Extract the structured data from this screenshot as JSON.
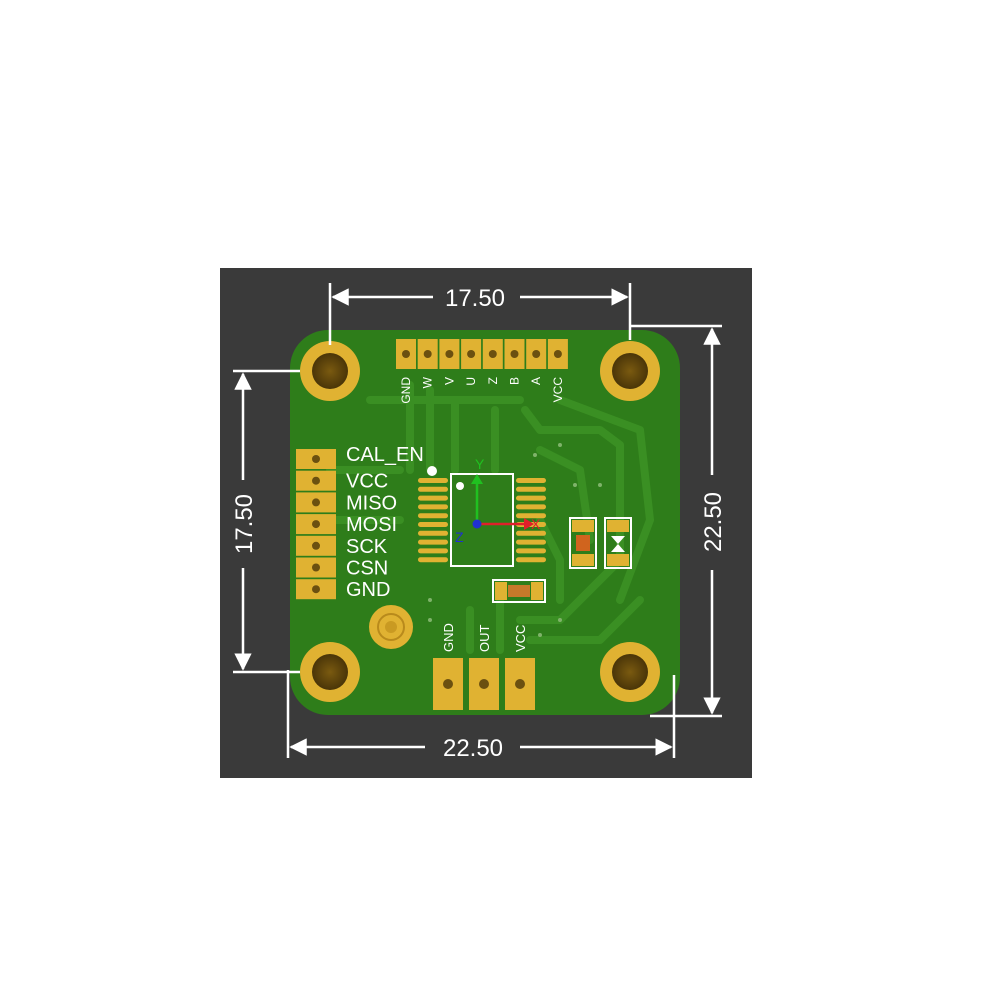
{
  "colors": {
    "background": "#ffffff",
    "panel": "#3a3a3a",
    "board": "#2e7d1a",
    "trace": "#3a8f23",
    "gold": "#e0b232",
    "silkscreen": "#ffffff",
    "dimension_lines": "#ffffff",
    "axis_x": "#e0202a",
    "axis_y": "#20c020",
    "axis_z": "#2030d0"
  },
  "dimensions": {
    "top_width": "17.50",
    "left_height": "17.50",
    "right_height": "22.50",
    "bottom_width": "22.50"
  },
  "top_header": {
    "pins": [
      "GND",
      "W",
      "V",
      "U",
      "Z",
      "B",
      "A",
      "VCC"
    ]
  },
  "left_header": {
    "cal_label": "CAL_EN",
    "pins": [
      "VCC",
      "MISO",
      "MOSI",
      "SCK",
      "CSN",
      "GND"
    ]
  },
  "bottom_header": {
    "pins": [
      "GND",
      "OUT",
      "VCC"
    ]
  },
  "chip_axes": {
    "x": "X",
    "y": "Y",
    "z": "Z"
  }
}
